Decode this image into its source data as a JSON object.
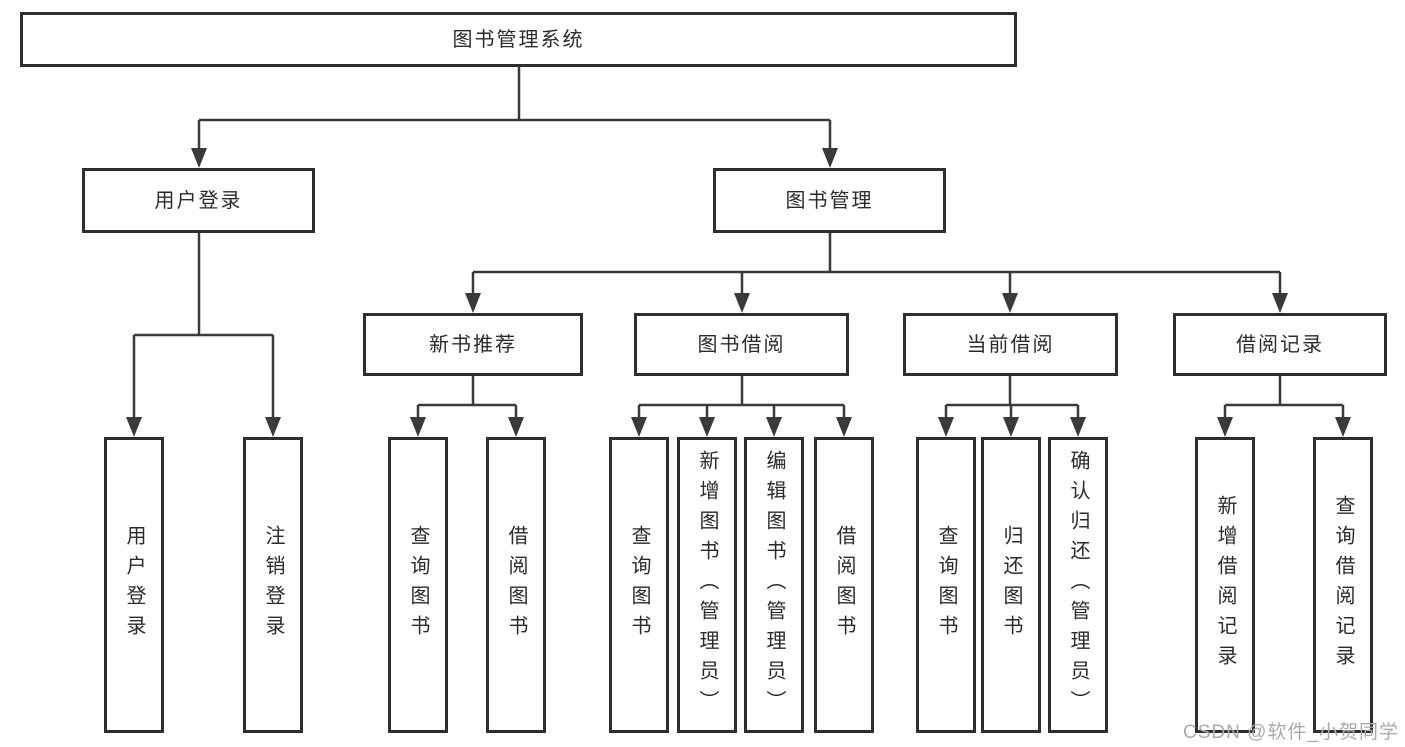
{
  "diagram": {
    "title": "图书管理系统",
    "branches": [
      {
        "label": "用户登录",
        "children": [
          "用户登录",
          "注销登录"
        ]
      },
      {
        "label": "图书管理",
        "sections": [
          {
            "label": "新书推荐",
            "children": [
              "查询图书",
              "借阅图书"
            ]
          },
          {
            "label": "图书借阅",
            "children": [
              "查询图书",
              "新增图书（管理员）",
              "编辑图书（管理员）",
              "借阅图书"
            ]
          },
          {
            "label": "当前借阅",
            "children": [
              "查询图书",
              "归还图书",
              "确认归还（管理员）"
            ]
          },
          {
            "label": "借阅记录",
            "children": [
              "新增借阅记录",
              "查询借阅记录"
            ]
          }
        ]
      }
    ]
  },
  "watermark": {
    "text": "CSDN @软件_小贺同学"
  },
  "colors": {
    "line": "#3a3a3a",
    "border": "#2e2e2e",
    "text": "#2b2b2b",
    "watermark": "#ababab"
  }
}
